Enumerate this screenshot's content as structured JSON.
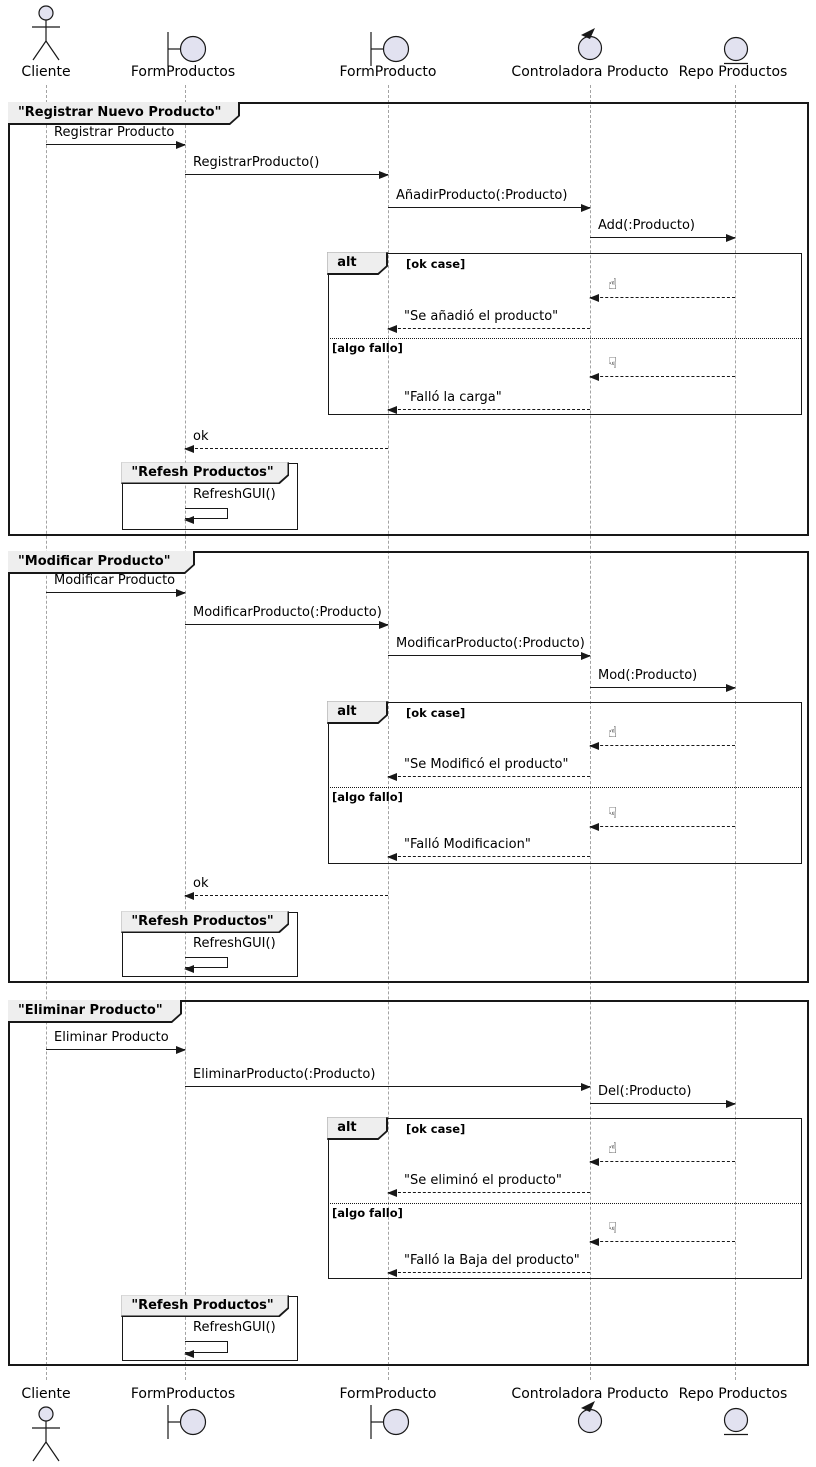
{
  "colors": {
    "participant_fill": "#E2E2F0",
    "stroke": "#181818",
    "fragment_header_fill": "#EEEEEE",
    "lifeline": "#A3A3A3",
    "background": "#FFFFFF"
  },
  "icons": {
    "thumbs_up": "☝",
    "thumbs_down": "☟"
  },
  "participants": [
    {
      "label": "Cliente",
      "type": "actor"
    },
    {
      "label": "FormProductos",
      "type": "boundary"
    },
    {
      "label": "FormProducto",
      "type": "boundary"
    },
    {
      "label": "Controladora Producto",
      "type": "control"
    },
    {
      "label": "Repo Productos",
      "type": "entity"
    }
  ],
  "fragments": [
    {
      "title": "\"Registrar Nuevo Producto\"",
      "messages": [
        "Registrar Producto",
        "RegistrarProducto()",
        "AñadirProducto(:Producto)",
        "Add(:Producto)"
      ],
      "alt": {
        "keyword": "alt",
        "ok_guard": "[ok case]",
        "fail_guard": "[algo fallo]",
        "ok_reply": "\"Se añadió el producto\"",
        "fail_reply": "\"Falló la carga\""
      },
      "return_label": "ok",
      "group": {
        "title": "\"Refesh Productos\"",
        "message": "RefreshGUI()"
      }
    },
    {
      "title": "\"Modificar Producto\"",
      "messages": [
        "Modificar Producto",
        "ModificarProducto(:Producto)",
        "ModificarProducto(:Producto)",
        "Mod(:Producto)"
      ],
      "alt": {
        "keyword": "alt",
        "ok_guard": "[ok case]",
        "fail_guard": "[algo fallo]",
        "ok_reply": "\"Se Modificó el producto\"",
        "fail_reply": "\"Falló Modificacion\""
      },
      "return_label": "ok",
      "group": {
        "title": "\"Refesh Productos\"",
        "message": "RefreshGUI()"
      }
    },
    {
      "title": "\"Eliminar Producto\"",
      "messages": [
        "Eliminar Producto",
        "EliminarProducto(:Producto)",
        "Del(:Producto)"
      ],
      "alt": {
        "keyword": "alt",
        "ok_guard": "[ok case]",
        "fail_guard": "[algo fallo]",
        "ok_reply": "\"Se eliminó el producto\"",
        "fail_reply": "\"Falló la Baja del producto\""
      },
      "group": {
        "title": "\"Refesh Productos\"",
        "message": "RefreshGUI()"
      }
    }
  ]
}
